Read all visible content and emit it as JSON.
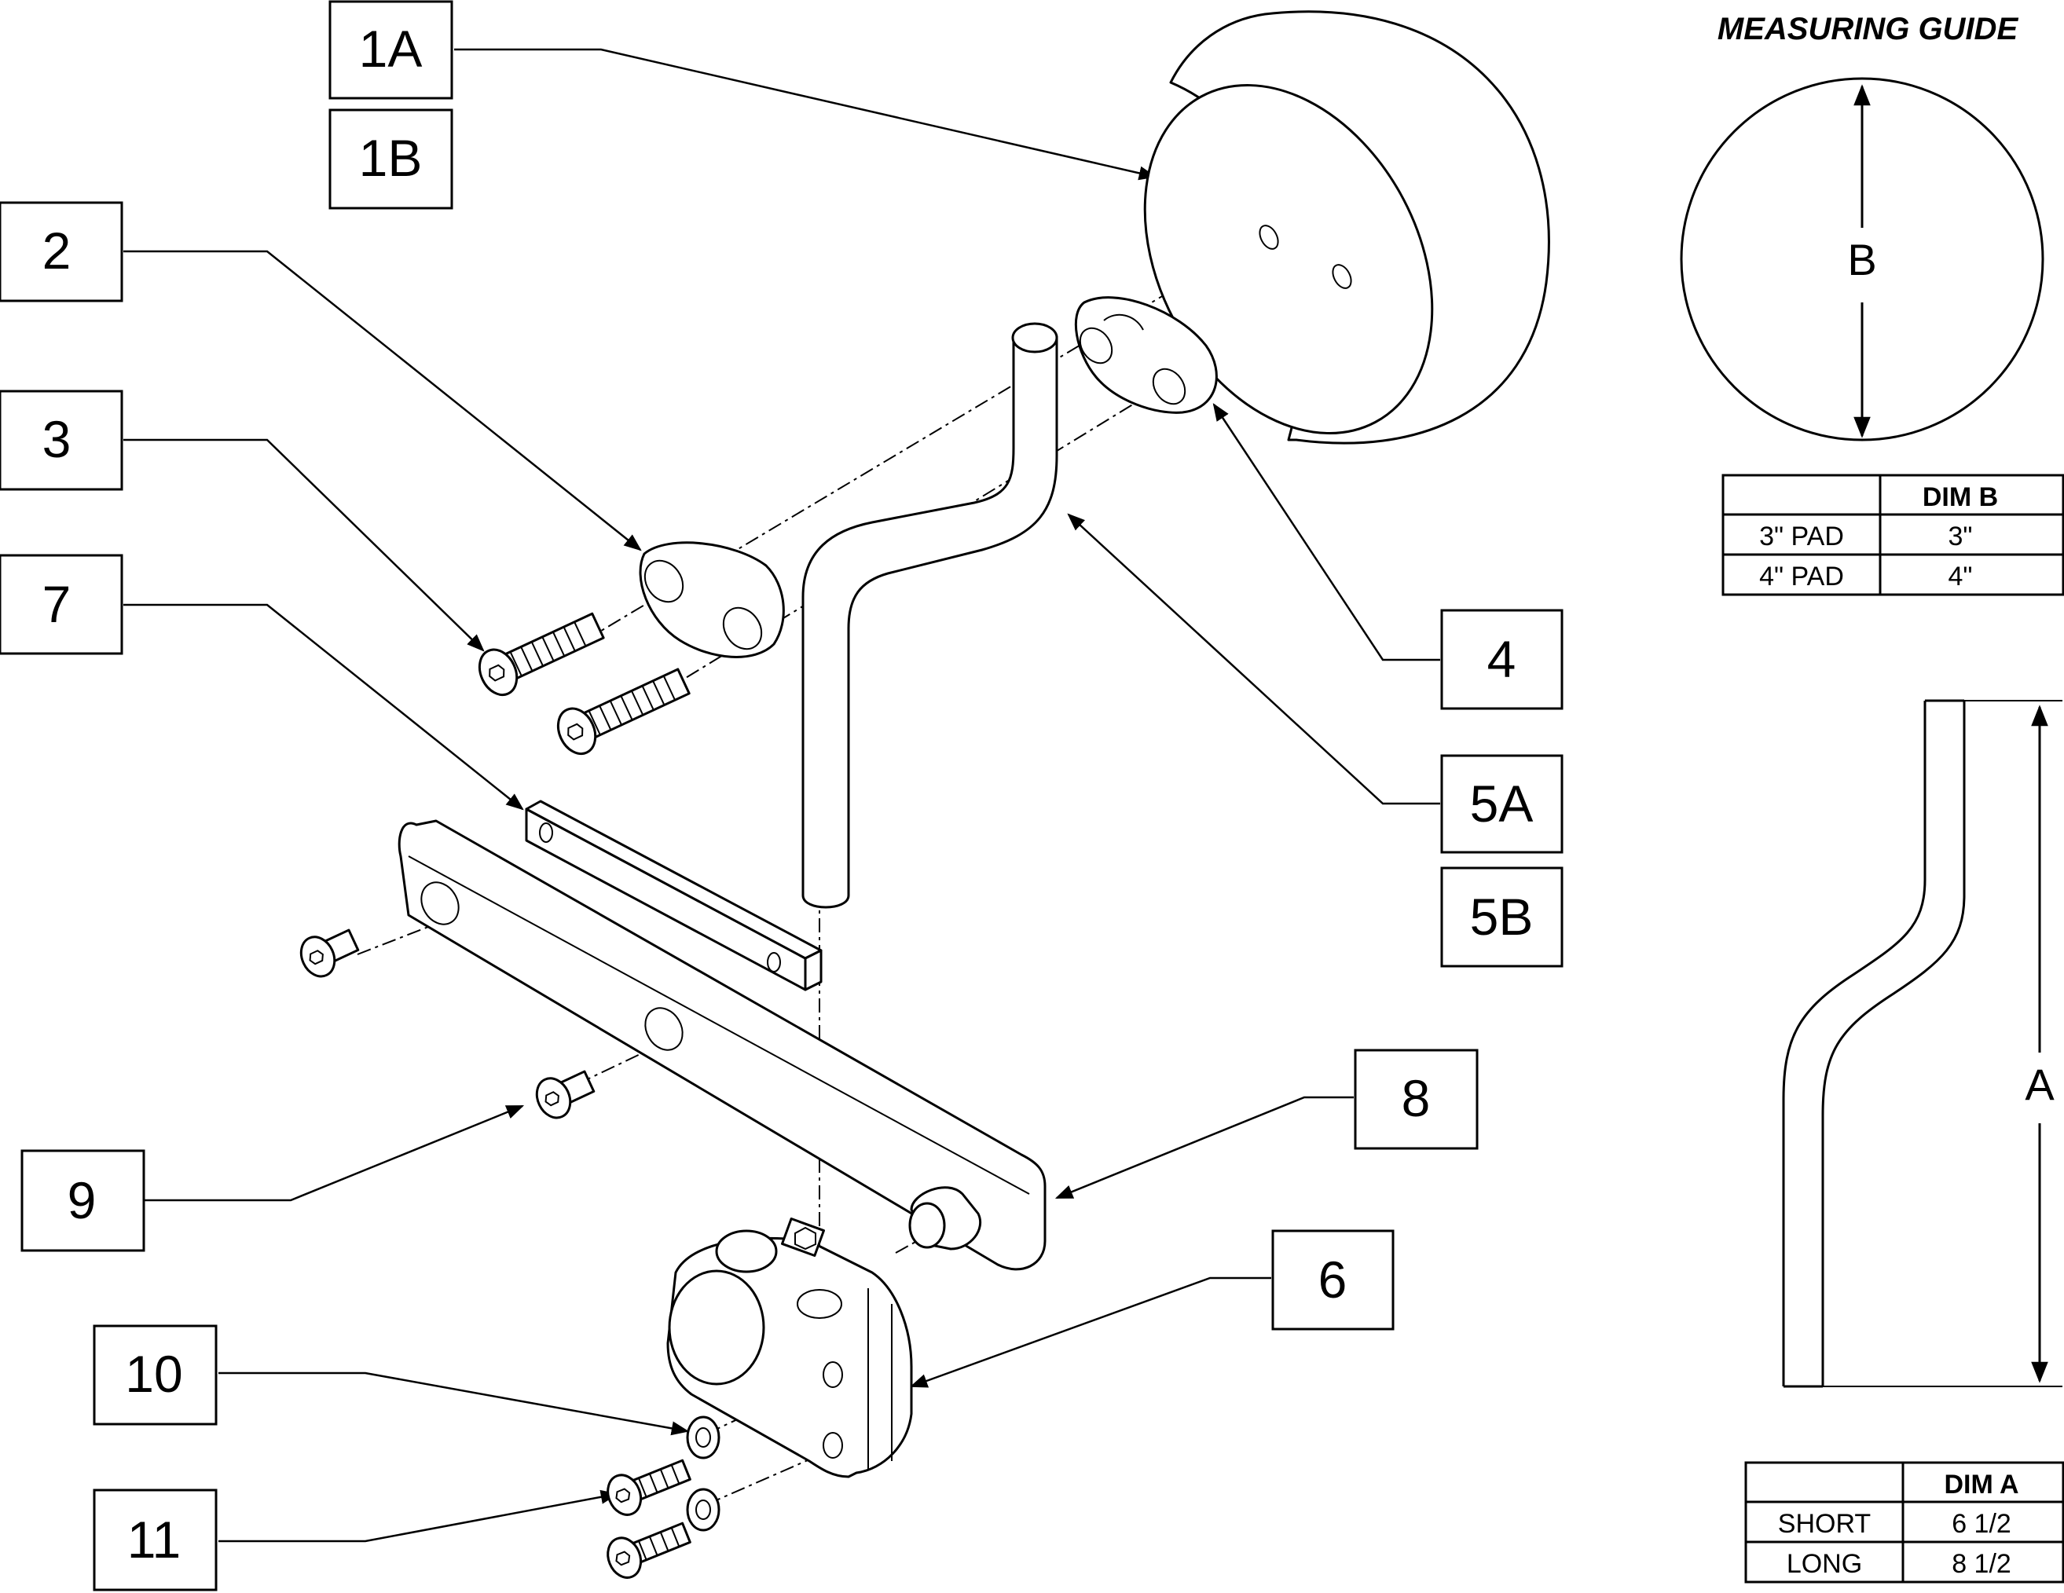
{
  "callouts": {
    "c1a": "1A",
    "c1b": "1B",
    "c2": "2",
    "c3": "3",
    "c7": "7",
    "c4": "4",
    "c5a": "5A",
    "c5b": "5B",
    "c8": "8",
    "c9": "9",
    "c6": "6",
    "c10": "10",
    "c11": "11"
  },
  "measuring_guide": {
    "title": "MEASURING GUIDE",
    "dim_b_letter": "B",
    "dim_a_letter": "A",
    "table_b": {
      "header": [
        "",
        "DIM B"
      ],
      "rows": [
        [
          "3\" PAD",
          "3\""
        ],
        [
          "4\" PAD",
          "4\""
        ]
      ]
    },
    "table_a": {
      "header": [
        "",
        "DIM A"
      ],
      "rows": [
        [
          "SHORT",
          "6 1/2"
        ],
        [
          "LONG",
          "8 1/2"
        ]
      ]
    }
  }
}
